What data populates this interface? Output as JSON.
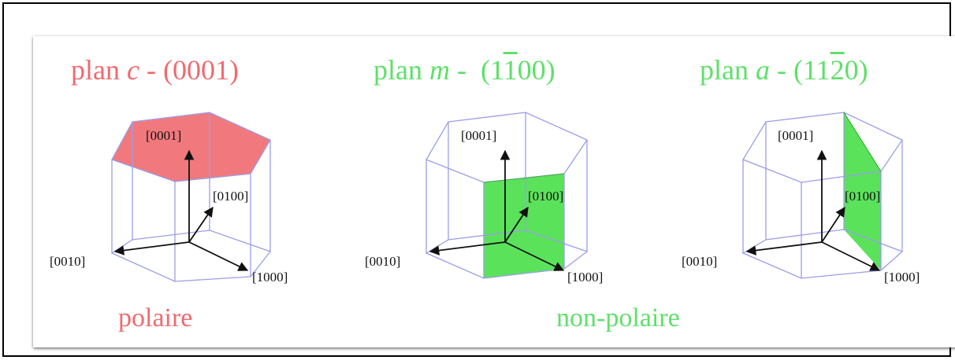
{
  "panels": [
    {
      "title_prefix": "plan ",
      "title_letter": "c",
      "title_dash": " - ",
      "title_index": "(0001)",
      "plane_color": "#f06a6f"
    },
    {
      "title_prefix": "plan ",
      "title_letter": "m",
      "title_dash": " -  ",
      "title_index_open": "(1",
      "title_index_bar": "1",
      "title_index_close": "00)",
      "plane_color": "#52e052"
    },
    {
      "title_prefix": "plan ",
      "title_letter": "a",
      "title_dash": " - ",
      "title_index_open": "(11",
      "title_index_bar": "2",
      "title_index_close": "0)",
      "plane_color": "#52e052"
    }
  ],
  "axes": {
    "c": "[0001]",
    "a2": "[0100]",
    "a3": "[0010]",
    "a1": "[1000]"
  },
  "captions": {
    "left": "polaire",
    "right": "non-polaire"
  },
  "colors": {
    "polar": "#f06a6f",
    "nonpolar": "#5fe06a",
    "edges": "#9a9ee8",
    "arrows": "#111111"
  }
}
